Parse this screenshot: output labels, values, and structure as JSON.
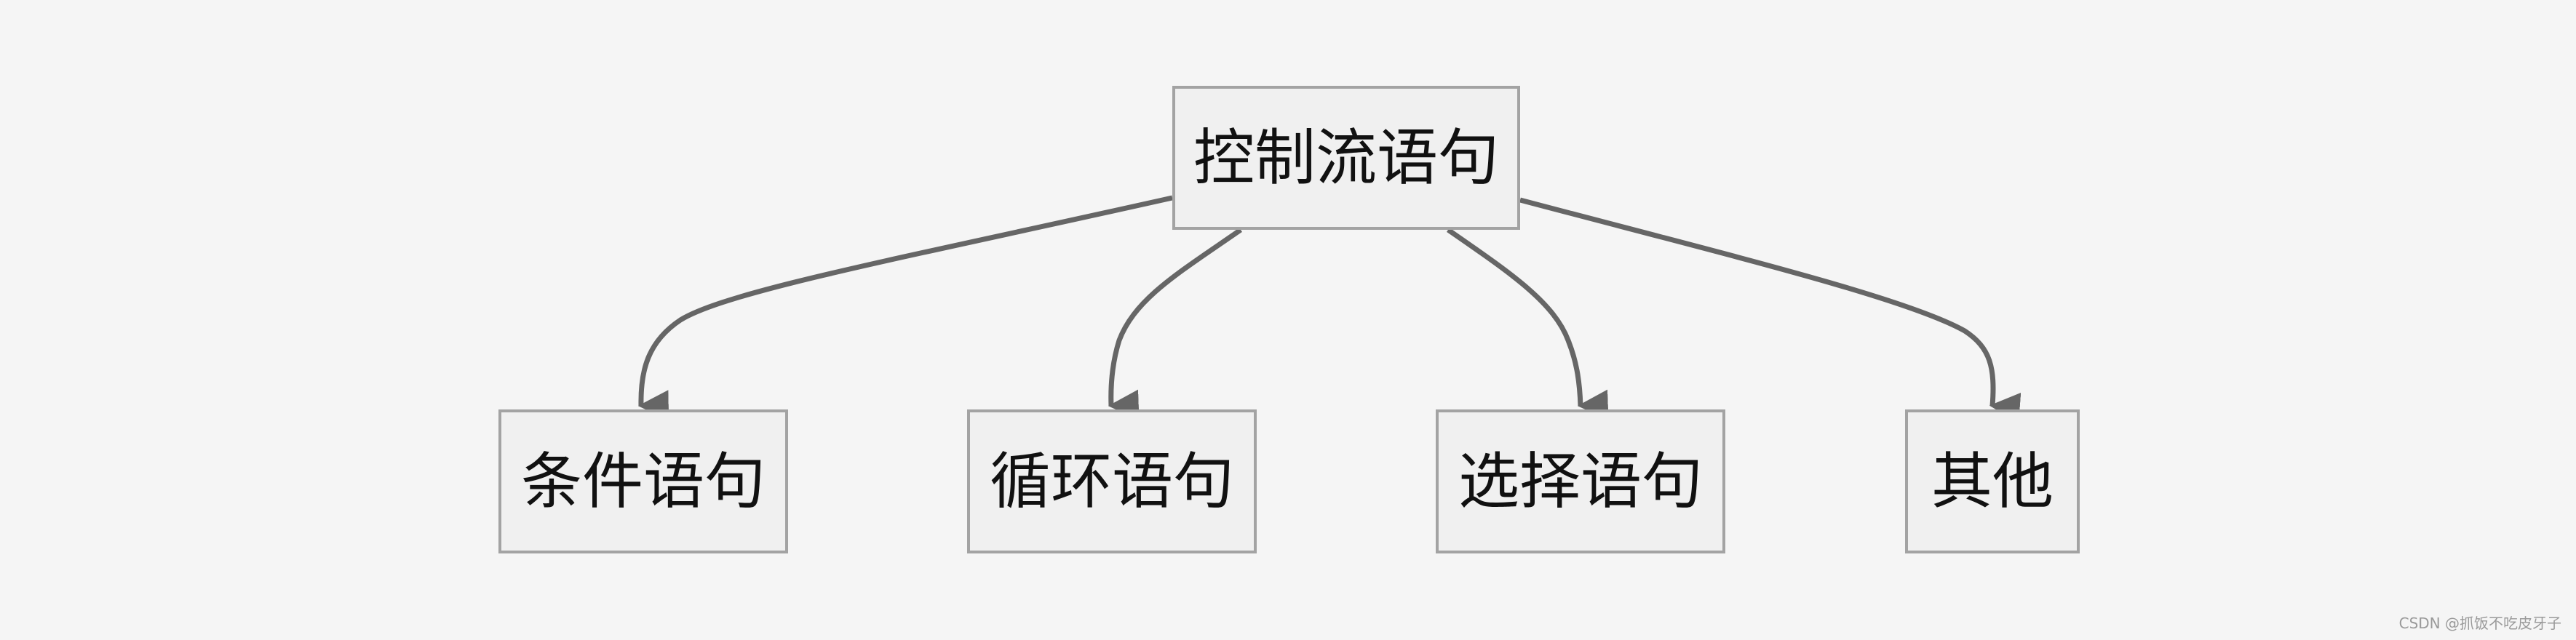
{
  "diagram": {
    "root": {
      "label": "控制流语句"
    },
    "children": [
      {
        "label": "条件语句"
      },
      {
        "label": "循环语句"
      },
      {
        "label": "选择语句"
      },
      {
        "label": "其他"
      }
    ]
  },
  "colors": {
    "background": "#f5f5f5",
    "node_fill": "#f0f0f0",
    "node_border": "#a3a3a3",
    "edge": "#666666",
    "text": "#111111"
  },
  "watermark": "CSDN @抓饭不吃皮牙子"
}
